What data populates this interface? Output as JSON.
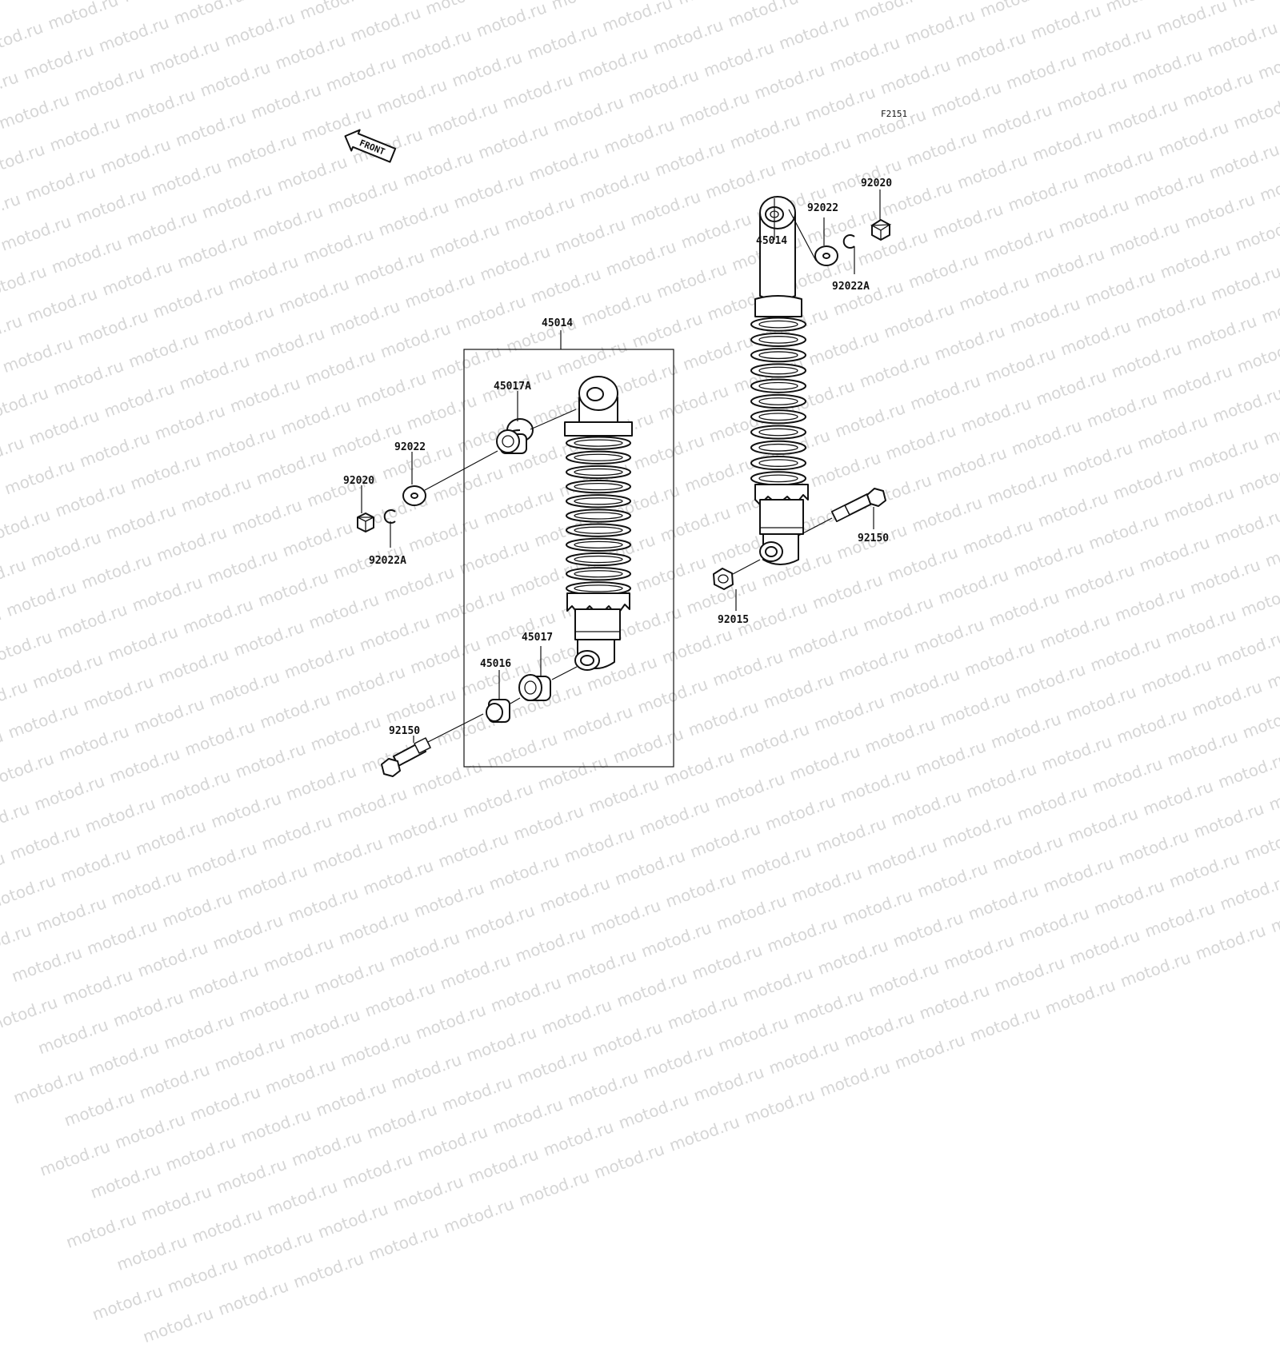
{
  "watermark": "motod.ru",
  "figure_code": "F2151",
  "direction_label": "FRONT",
  "callouts": {
    "left_assembly": "45014",
    "left_bushing_upper": "45017A",
    "left_washer": "92022",
    "left_nut": "92020",
    "left_circlip": "92022A",
    "left_bushing_lower": "45017",
    "left_collar": "45016",
    "left_bolt": "92150",
    "right_assembly": "45014",
    "right_washer": "92022",
    "right_nut": "92020",
    "right_circlip": "92022A",
    "right_bolt": "92150",
    "right_lower_nut": "92015"
  }
}
